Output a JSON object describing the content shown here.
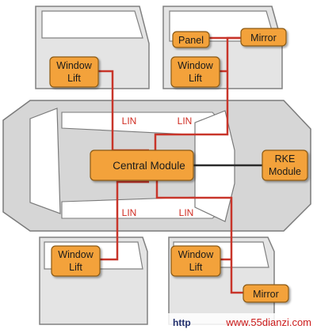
{
  "colors": {
    "module_fill": "#f3a23a",
    "module_stroke": "#8a5a14",
    "lin_wire": "#c8352a",
    "can_wire": "#2b2b2b",
    "car_body": "#d8d8d8",
    "door_panel": "#e2e2e2",
    "window_glass": "#ffffff",
    "outline": "#7a7a7a"
  },
  "modules": {
    "front_left_window_lift": [
      "Window",
      "Lift"
    ],
    "front_right_panel": "Panel",
    "front_right_mirror": "Mirror",
    "front_right_window_lift": [
      "Window",
      "Lift"
    ],
    "central_module": "Central Module",
    "rke_module": [
      "RKE",
      "Module"
    ],
    "rear_left_window_lift": [
      "Window",
      "Lift"
    ],
    "rear_right_window_lift": [
      "Window",
      "Lift"
    ],
    "rear_right_mirror": "Mirror"
  },
  "bus_labels": {
    "front_left": "LIN",
    "front_right": "LIN",
    "rear_left": "LIN",
    "rear_right": "LIN"
  },
  "watermark": {
    "prefix": "http",
    "url": "www.55dianzi.com"
  }
}
